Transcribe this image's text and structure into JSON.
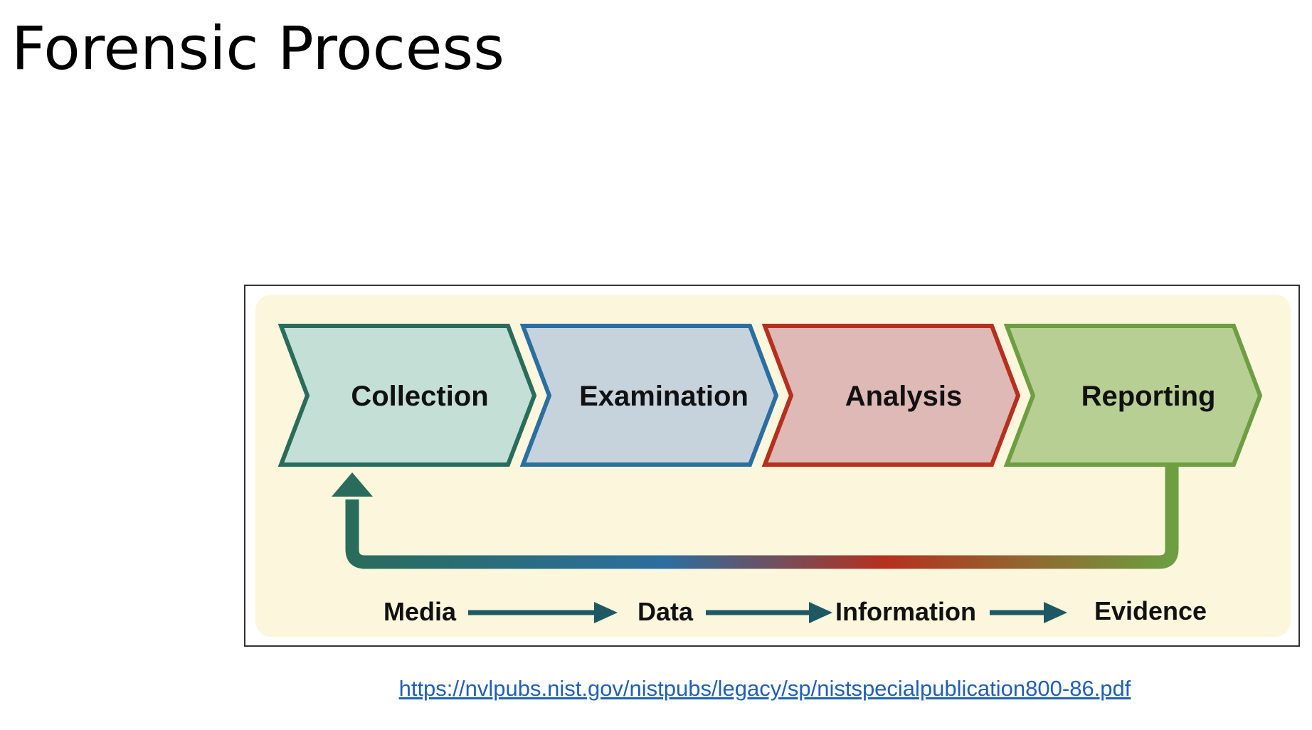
{
  "slide": {
    "title": "Forensic Process"
  },
  "diagram": {
    "stages": [
      {
        "label": "Collection",
        "fill": "#c4e0d6",
        "stroke": "#2a6c5b"
      },
      {
        "label": "Examination",
        "fill": "#c6d3dd",
        "stroke": "#2b6ea0"
      },
      {
        "label": "Analysis",
        "fill": "#deb9b6",
        "stroke": "#b5301f"
      },
      {
        "label": "Reporting",
        "fill": "#b8cf94",
        "stroke": "#6d9e42"
      }
    ],
    "flow": [
      "Media",
      "Data",
      "Information",
      "Evidence"
    ],
    "colors": {
      "panel_background": "#fbf6dc",
      "flow_arrow": "#1e5963",
      "feedback_start": "#6d9e42",
      "feedback_mid_red": "#b5301f",
      "feedback_mid_blue": "#2b6ea0",
      "feedback_end": "#2a6c5b"
    }
  },
  "source": {
    "url": "https://nvlpubs.nist.gov/nistpubs/legacy/sp/nistspecialpublication800-86.pdf"
  }
}
